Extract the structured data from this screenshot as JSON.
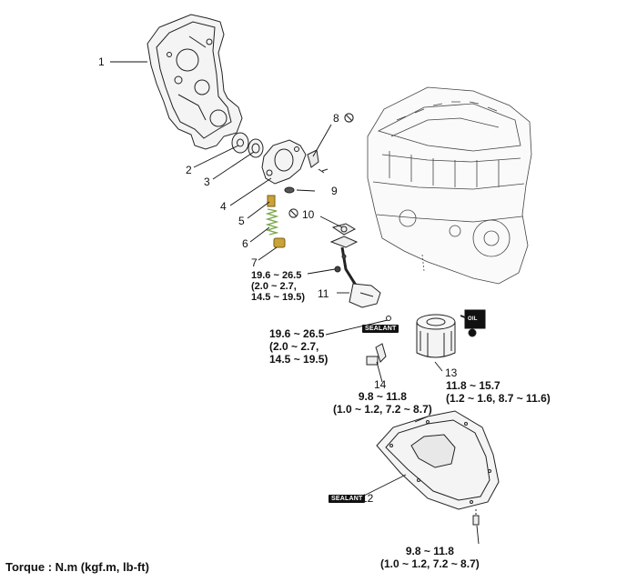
{
  "callouts": [
    {
      "id": "1",
      "text": "1"
    },
    {
      "id": "2",
      "text": "2"
    },
    {
      "id": "3",
      "text": "3"
    },
    {
      "id": "4",
      "text": "4"
    },
    {
      "id": "5",
      "text": "5"
    },
    {
      "id": "6",
      "text": "6"
    },
    {
      "id": "7",
      "text": "7"
    },
    {
      "id": "8",
      "text": "8"
    },
    {
      "id": "9",
      "text": "9"
    },
    {
      "id": "10",
      "text": "10"
    },
    {
      "id": "11",
      "text": "11"
    },
    {
      "id": "12",
      "text": "12"
    },
    {
      "id": "13",
      "text": "13"
    },
    {
      "id": "14",
      "text": "14"
    }
  ],
  "torque_specs": {
    "strainer_bolt": [
      "19.6 ~ 26.5",
      "(2.0 ~ 2.7,",
      "14.5 ~ 19.5)"
    ],
    "sensor": [
      "19.6 ~ 26.5",
      "(2.0 ~ 2.7,",
      "14.5 ~ 19.5)"
    ],
    "oil_pan_upper": [
      "9.8 ~ 11.8",
      "(1.0 ~ 1.2, 7.2 ~ 8.7)"
    ],
    "oil_filter": [
      "11.8 ~ 15.7",
      "(1.2 ~ 1.6, 8.7 ~ 11.6)"
    ],
    "oil_pan_bolt": [
      "9.8 ~ 11.8",
      "(1.0 ~ 1.2, 7.2 ~ 8.7)"
    ]
  },
  "tags": {
    "sealant_upper": "SEALANT",
    "sealant_lower": "SEALANT",
    "oil": "OIL"
  },
  "legend": "Torque : N.m (kgf.m, lb-ft)",
  "icons": {
    "do_not_reuse": "prohibition-icon",
    "oil_can": "oil-can-icon"
  },
  "colors": {
    "line": "#222222",
    "spring": "#7aa84a",
    "bolt_gold": "#c9a23a"
  }
}
